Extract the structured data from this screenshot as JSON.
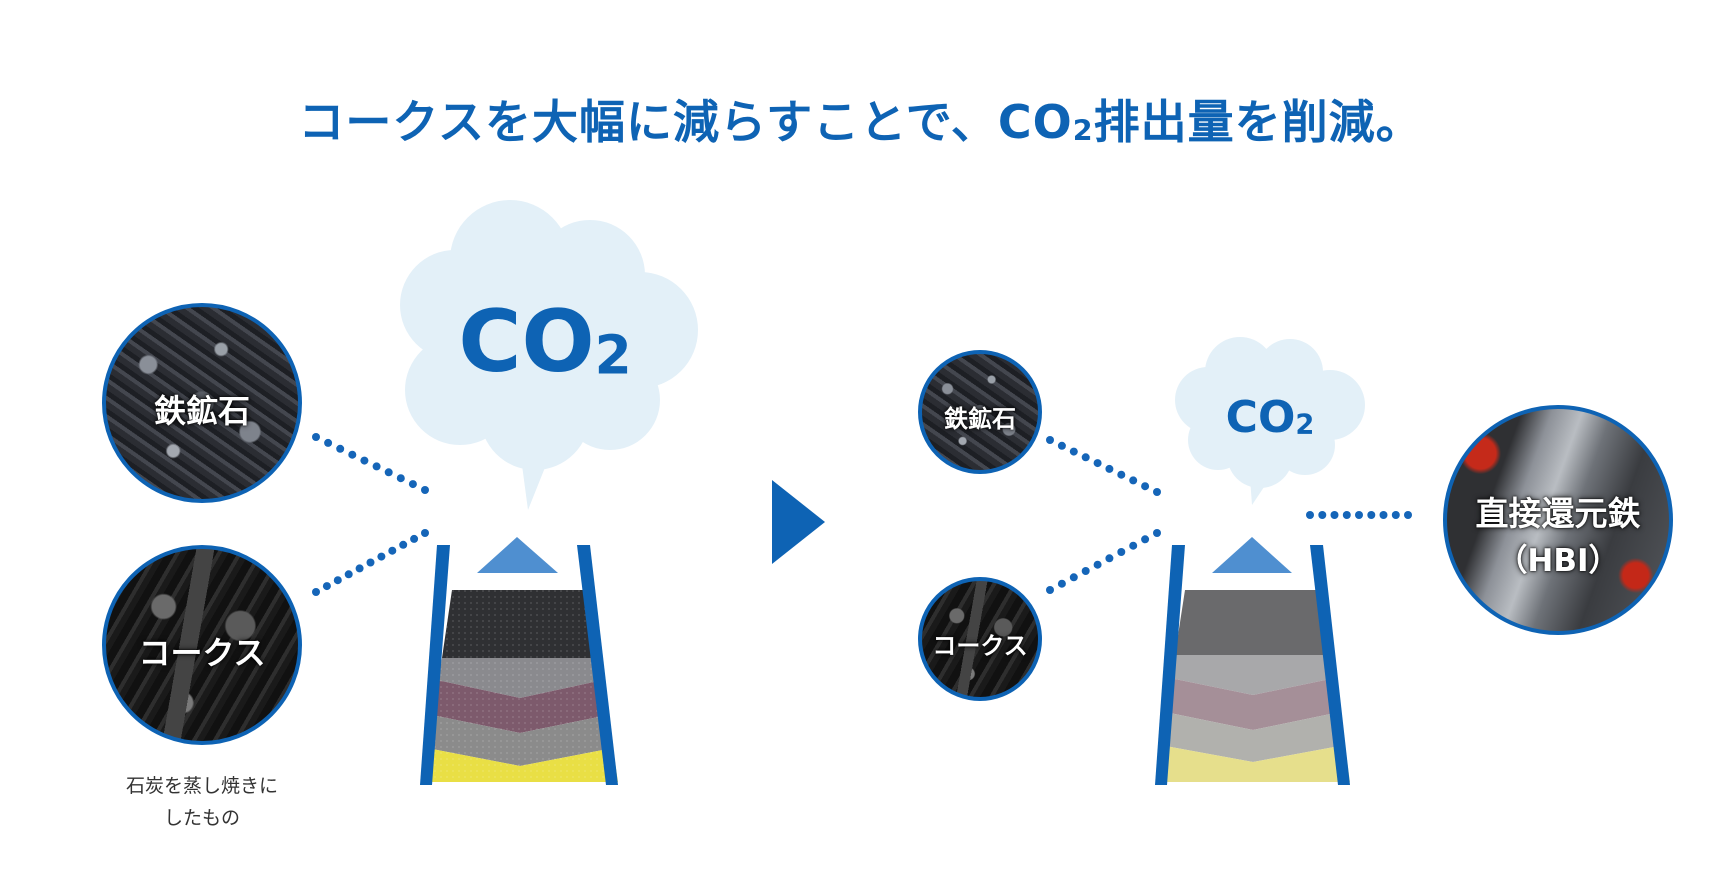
{
  "title": {
    "main": "コークスを大幅に減らすことで、CO",
    "subscript": "2",
    "tail": "排出量を削減。"
  },
  "left": {
    "cloud": {
      "label_main": "CO",
      "label_sub": "2"
    },
    "iron_ore": {
      "label": "鉄鉱石"
    },
    "coke": {
      "label": "コークス",
      "caption_line1": "石炭を蒸し焼きに",
      "caption_line2": "したもの"
    }
  },
  "right": {
    "cloud": {
      "label_main": "CO",
      "label_sub": "2"
    },
    "iron_ore": {
      "label": "鉄鉱石"
    },
    "coke": {
      "label": "コークス"
    },
    "hbi": {
      "label_line1": "直接還元鉄",
      "label_line2": "（HBI）"
    }
  },
  "colors": {
    "brand_blue": "#0e63b4",
    "dot_blue": "#1565b8",
    "cloud_fill": "#e3f0f8",
    "arrow_up": "#4f8fd0",
    "left_layers": [
      "#2f3033",
      "#8a8a8e",
      "#7d5a6c",
      "#8b8b8b",
      "#e9df45"
    ],
    "right_layers": [
      "#6a6a6c",
      "#a8a8aa",
      "#a58f98",
      "#b1b1ad",
      "#e6df8c"
    ]
  },
  "icons": [
    "cloud-icon",
    "process-arrow-icon",
    "up-arrow-icon",
    "dotted-connector"
  ]
}
